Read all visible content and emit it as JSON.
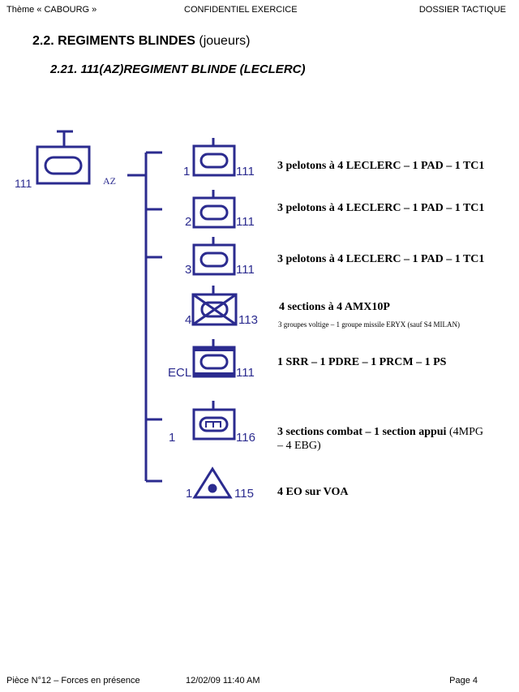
{
  "header": {
    "left": "Thème « CABOURG »",
    "center": "CONFIDENTIEL EXERCICE",
    "right": "DOSSIER TACTIQUE"
  },
  "section": {
    "title": "2.2. REGIMENTS BLINDES",
    "title_suffix": "(joueurs)",
    "subtitle": "2.21. 111(AZ)REGIMENT BLINDE (LECLERC)"
  },
  "parent_unit": {
    "number": "111",
    "label": "AZ"
  },
  "units": [
    {
      "designation": "1",
      "parent": "111",
      "symbol": "armor",
      "description": "3 pelotons à 4 LECLERC – 1 PAD – 1 TC1",
      "note": ""
    },
    {
      "designation": "2",
      "parent": "111",
      "symbol": "armor",
      "description": "3 pelotons à 4 LECLERC – 1 PAD – 1 TC1",
      "note": ""
    },
    {
      "designation": "3",
      "parent": "111",
      "symbol": "armor",
      "description": "3 pelotons à 4 LECLERC – 1 PAD – 1 TC1",
      "note": ""
    },
    {
      "designation": "4",
      "parent": "113",
      "symbol": "mech-infantry",
      "description": "4 sections à 4 AMX10P",
      "note": "3 groupes voltige – 1 groupe missile ERYX (sauf S4 MILAN)"
    },
    {
      "designation": "ECL",
      "parent": "111",
      "symbol": "armor-recon",
      "description": "1 SRR – 1 PDRE – 1 PRCM – 1 PS",
      "note": ""
    },
    {
      "designation": "1",
      "parent": "116",
      "symbol": "armored-engineer",
      "description": "3 sections combat – 1 section appui",
      "description_extra": "(4MPG – 4 EBG)",
      "note": ""
    },
    {
      "designation": "1",
      "parent": "115",
      "symbol": "observer",
      "description": "4 EO sur VOA",
      "note": ""
    }
  ],
  "footer": {
    "left": "Pièce N°12 – Forces en présence",
    "center": "12/02/09 11:40 AM",
    "right": "Page 4"
  },
  "colors": {
    "symbol": "#2b2b8f",
    "text": "#000000"
  }
}
